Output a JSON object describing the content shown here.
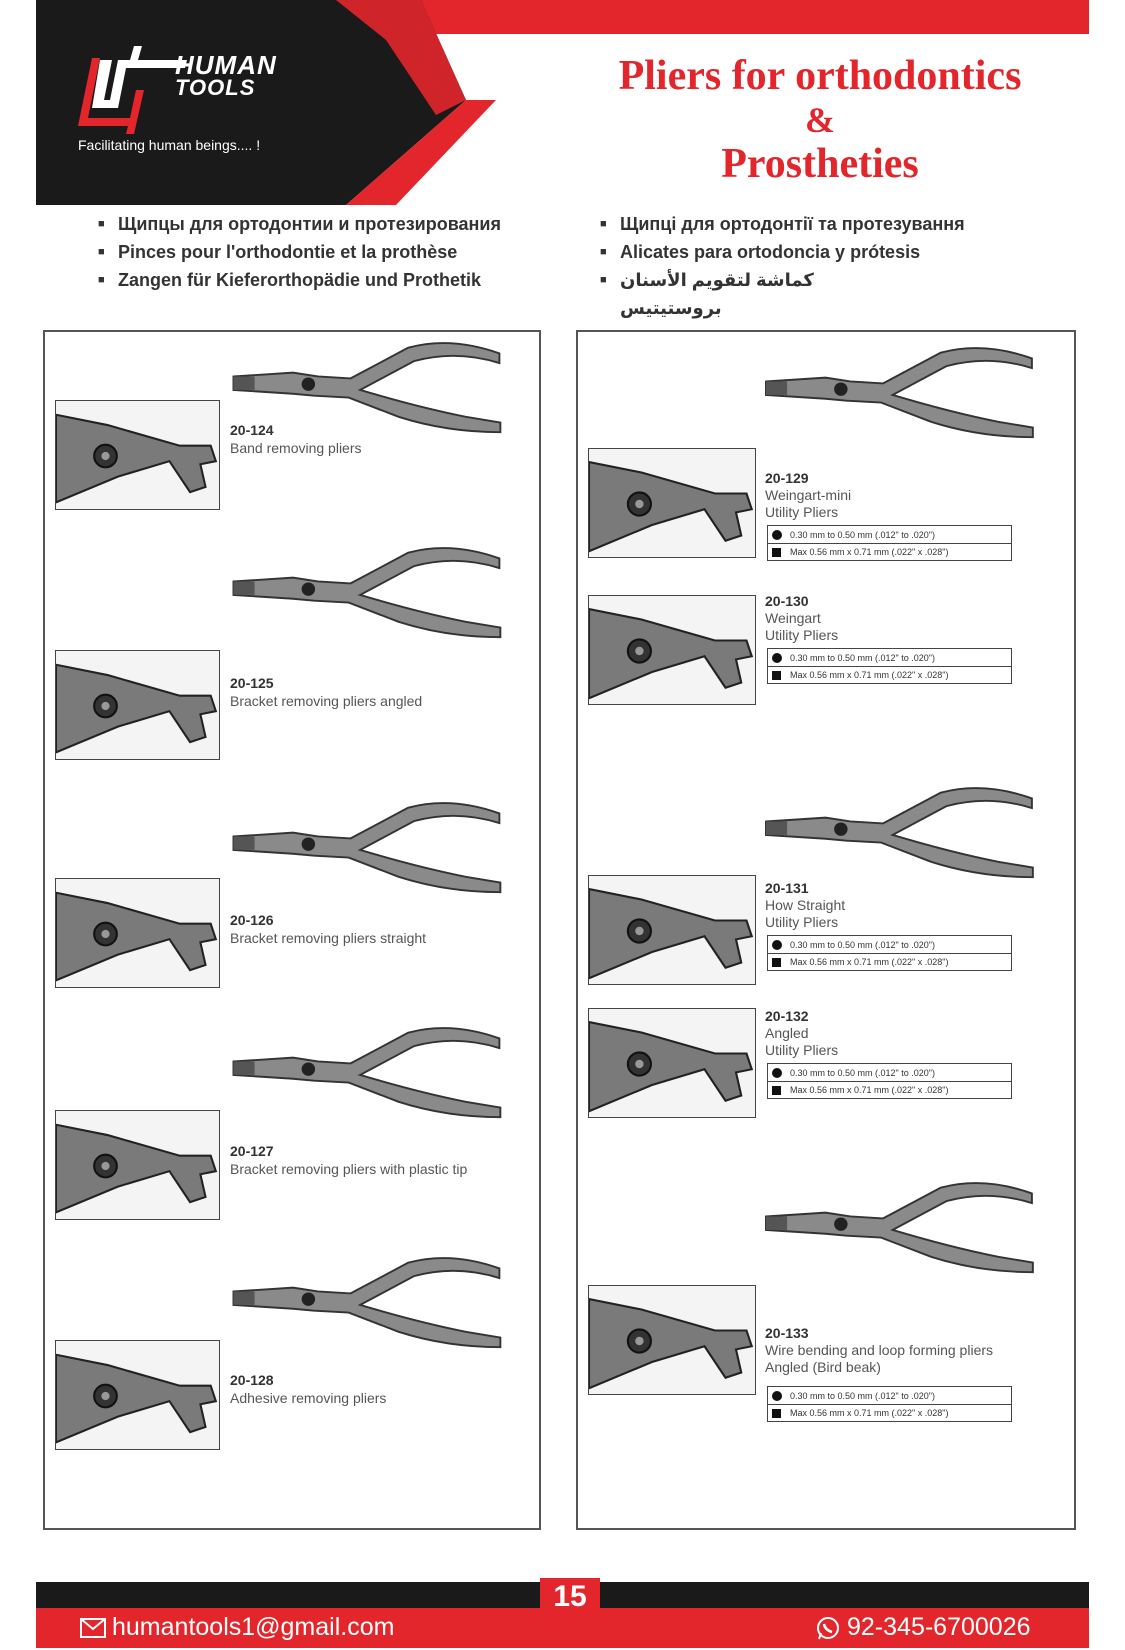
{
  "brand": {
    "name_line1": "HUMAN",
    "name_line2": "TOOLS",
    "tagline": "Facilitating human beings.... !"
  },
  "title": {
    "line1": "Pliers for orthodontics",
    "line2": "&",
    "line3": "Prostheties"
  },
  "languages_left": [
    "Щипцы для ортодонтии и протезирования",
    "Pinces pour l'orthodontie et la prothèse",
    "Zangen für Kieferorthopädie und Prothetik"
  ],
  "languages_right": [
    "Щипці для ортодонтії та протезування",
    "Alicates para ortodoncia y prótesis",
    "كماشة لتقويم الأسنان بروستيتيس"
  ],
  "products_left": [
    {
      "code": "20-124",
      "desc": [
        "Band removing pliers"
      ]
    },
    {
      "code": "20-125",
      "desc": [
        "Bracket removing pliers angled"
      ]
    },
    {
      "code": "20-126",
      "desc": [
        "Bracket removing pliers straight"
      ]
    },
    {
      "code": "20-127",
      "desc": [
        "Bracket removing pliers with plastic tip"
      ]
    },
    {
      "code": "20-128",
      "desc": [
        "Adhesive removing pliers"
      ]
    }
  ],
  "products_right": [
    {
      "code": "20-129",
      "desc": [
        "Weingart-mini",
        "Utility Pliers"
      ]
    },
    {
      "code": "20-130",
      "desc": [
        "Weingart",
        "Utility Pliers"
      ]
    },
    {
      "code": "20-131",
      "desc": [
        "How Straight",
        "Utility Pliers"
      ]
    },
    {
      "code": "20-132",
      "desc": [
        "Angled",
        "Utility Pliers"
      ]
    },
    {
      "code": "20-133",
      "desc": [
        "Wire bending and loop forming pliers",
        "Angled (Bird beak)"
      ]
    }
  ],
  "specs": [
    {
      "round": "0.30 mm to 0.50 mm (.012\" to .020\")",
      "rect": "Max 0.56 mm x 0.71 mm (.022\" x .028\")"
    },
    {
      "round": "0.30 mm to 0.50 mm (.012\" to .020\")",
      "rect": "Max 0.56 mm x 0.71 mm (.022\" x .028\")"
    },
    {
      "round": "0.30 mm to 0.50 mm (.012\" to .020\")",
      "rect": "Max 0.56 mm x 0.71 mm (.022\" x .028\")"
    },
    {
      "round": "0.30 mm to 0.50 mm (.012\" to .020\")",
      "rect": "Max 0.56 mm x 0.71 mm (.022\" x .028\")"
    },
    {
      "round": "0.30 mm to 0.50 mm (.012\" to .020\")",
      "rect": "Max 0.56 mm x 0.71 mm (.022\" x .028\")"
    }
  ],
  "footer": {
    "email": "humantools1@gmail.com",
    "page": "15",
    "phone": "92-345-6700026"
  },
  "colors": {
    "brand_red": "#e3262b",
    "dark": "#1a1a1a"
  }
}
